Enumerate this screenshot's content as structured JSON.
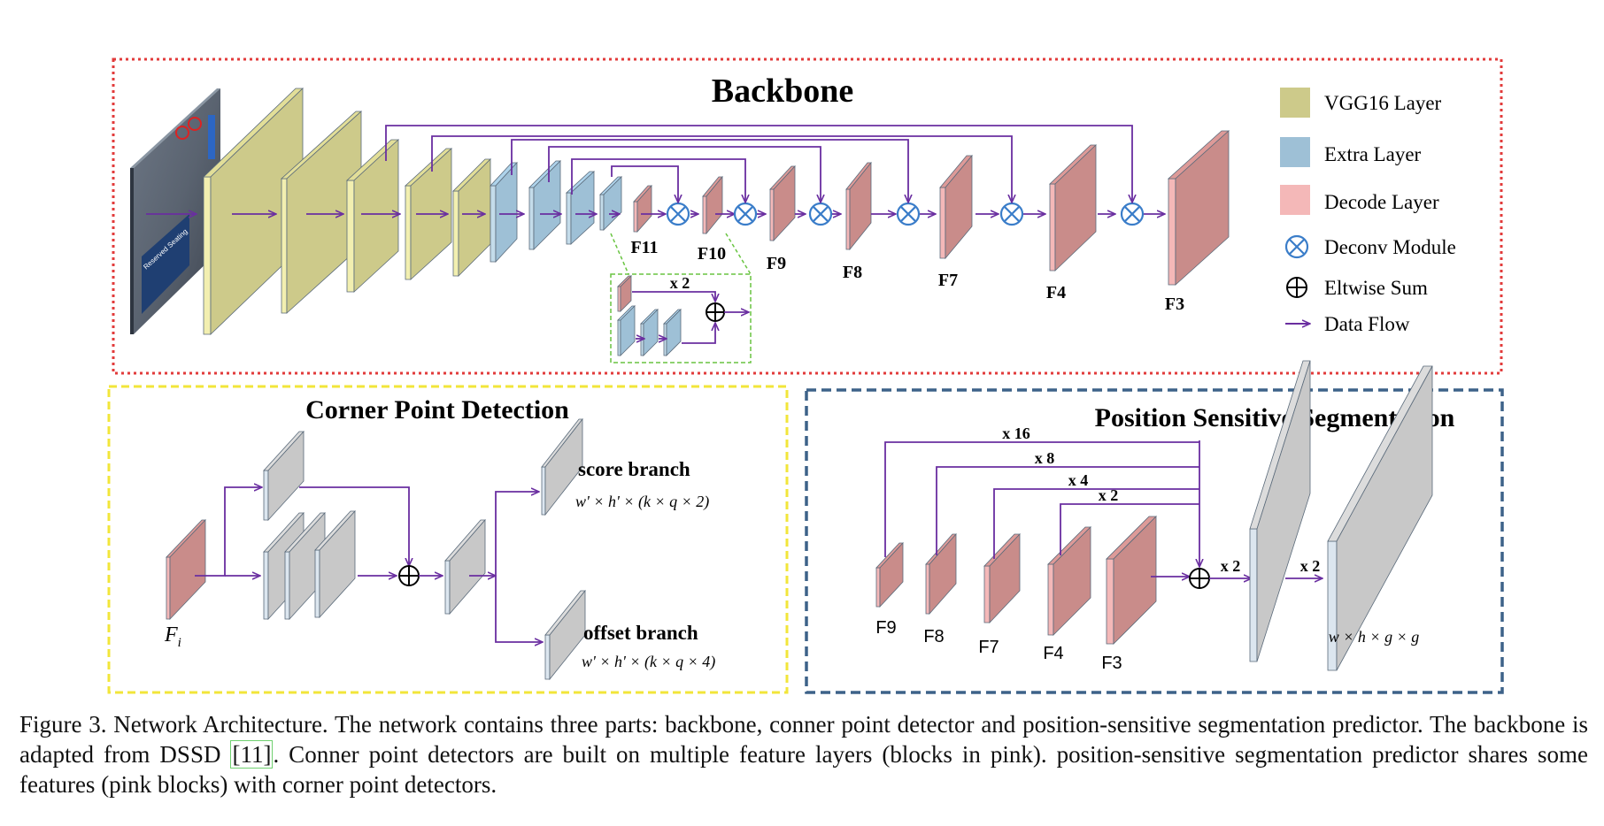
{
  "backbone": {
    "title": "Backbone",
    "feature_labels": [
      "F11",
      "F10",
      "F9",
      "F8",
      "F7",
      "F4",
      "F3"
    ],
    "inset_label": "x 2",
    "photo_text": "Reserved Seating"
  },
  "legend": {
    "items": [
      {
        "label": "VGG16 Layer",
        "color": "#cdca8a"
      },
      {
        "label": "Extra Layer",
        "color": "#9ec0d6"
      },
      {
        "label": "Decode Layer",
        "color": "#f4b8b8"
      },
      {
        "label": "Deconv Module",
        "icon": "otimes-icon"
      },
      {
        "label": "Eltwise Sum",
        "icon": "oplus-icon"
      },
      {
        "label": "Data Flow",
        "icon": "arrow-icon"
      }
    ]
  },
  "corner": {
    "title": "Corner Point Detection",
    "input_label": "F",
    "input_sub": "i",
    "score_label": "score branch",
    "score_formula": "w' × h' × (k × q × 2)",
    "offset_label": "offset branch",
    "offset_formula": "w' × h' × (k × q × 4)"
  },
  "pss": {
    "title": "Position Sensitive Segmentation",
    "scales": [
      "x 16",
      "x 8",
      "x 4",
      "x 2"
    ],
    "feature_labels": [
      "F9",
      "F8",
      "F7",
      "F4",
      "F3"
    ],
    "upsample_labels": [
      "x 2",
      "x 2"
    ],
    "output_label": "w × h × g × g"
  },
  "caption": {
    "part1": "Figure 3. Network Architecture.  The network contains three parts:  backbone, conner point detector and position-sensitive segmentation predictor. The backbone is adapted from DSSD ",
    "cite": "[11]",
    "part2": ". Conner point detectors are built on multiple feature layers (blocks in pink). position-sensitive segmentation predictor shares some features (pink blocks) with corner point detectors."
  },
  "colors": {
    "vgg": "#cdca8a",
    "extra": "#9ec0d6",
    "decode": "#c98c8a",
    "decode_light": "#f4b8b8",
    "gray": "#c8c8c8",
    "flow": "#6a2ea0",
    "deconv": "#3a7dc9",
    "backbone_border": "#e23b3b",
    "corner_border": "#f2e63a",
    "pss_border": "#3d6289",
    "inset_border": "#69c441"
  }
}
